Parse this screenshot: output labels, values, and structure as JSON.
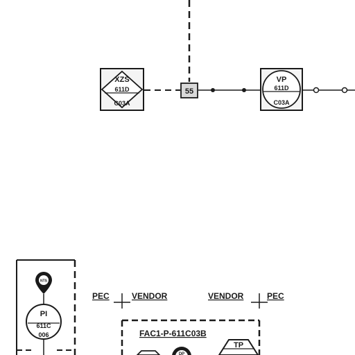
{
  "colors": {
    "line": "#1a1a1a",
    "fill_bg": "#e6e6e6",
    "page": "#ffffff"
  },
  "instruments": {
    "xzs": {
      "tag": "XZS",
      "number": "611D",
      "suffix": "C03A"
    },
    "junction": {
      "label": "55"
    },
    "vp": {
      "tag": "VP",
      "number": "611D",
      "suffix": "C03A"
    },
    "pi": {
      "tag": "PI",
      "number": "611C",
      "suffix": "006",
      "marker_label": "NTS"
    },
    "dp": {
      "tag": "DP"
    },
    "tp": {
      "tag": "TP"
    }
  },
  "boundaries": {
    "left_pec": "PEC",
    "left_vendor": "VENDOR",
    "right_vendor": "VENDOR",
    "right_pec": "PEC"
  },
  "equipment": {
    "pump_tag": "FAC1-P-611C03B"
  }
}
